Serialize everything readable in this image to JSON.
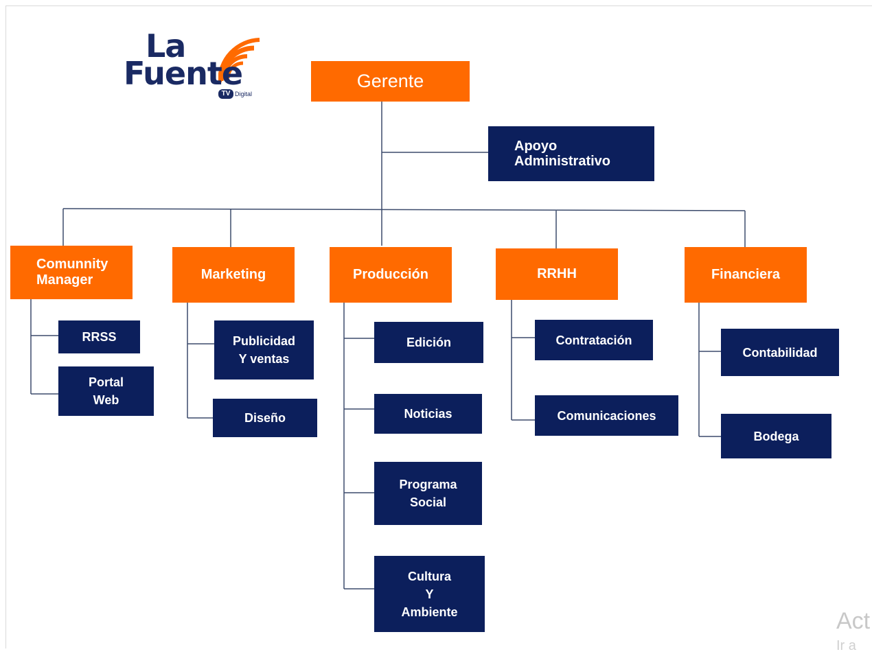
{
  "logo": {
    "line1": "La",
    "line2": "Fuente",
    "badge": "TV",
    "suffix": "Digital"
  },
  "chart": {
    "root": "Gerente",
    "staff": "Apoyo\nAdministrativo",
    "departments": [
      {
        "label": "Comunnity\nManager",
        "children": [
          "RRSS",
          "Portal\nWeb"
        ]
      },
      {
        "label": "Marketing",
        "children": [
          "Publicidad\nY ventas",
          "Diseño"
        ]
      },
      {
        "label": "Producción",
        "children": [
          "Edición",
          "Noticias",
          "Programa\nSocial",
          "Cultura\nY\nAmbiente"
        ]
      },
      {
        "label": "RRHH",
        "children": [
          "Contratación",
          "Comunicaciones"
        ]
      },
      {
        "label": "Financiera",
        "children": [
          "Contabilidad",
          "Bodega"
        ]
      }
    ]
  },
  "colors": {
    "orange": "#ff6a00",
    "navy": "#0c1f5c",
    "connector": "#3b4a6b"
  },
  "watermark": {
    "line1": "Act",
    "line2": "Ir a"
  }
}
